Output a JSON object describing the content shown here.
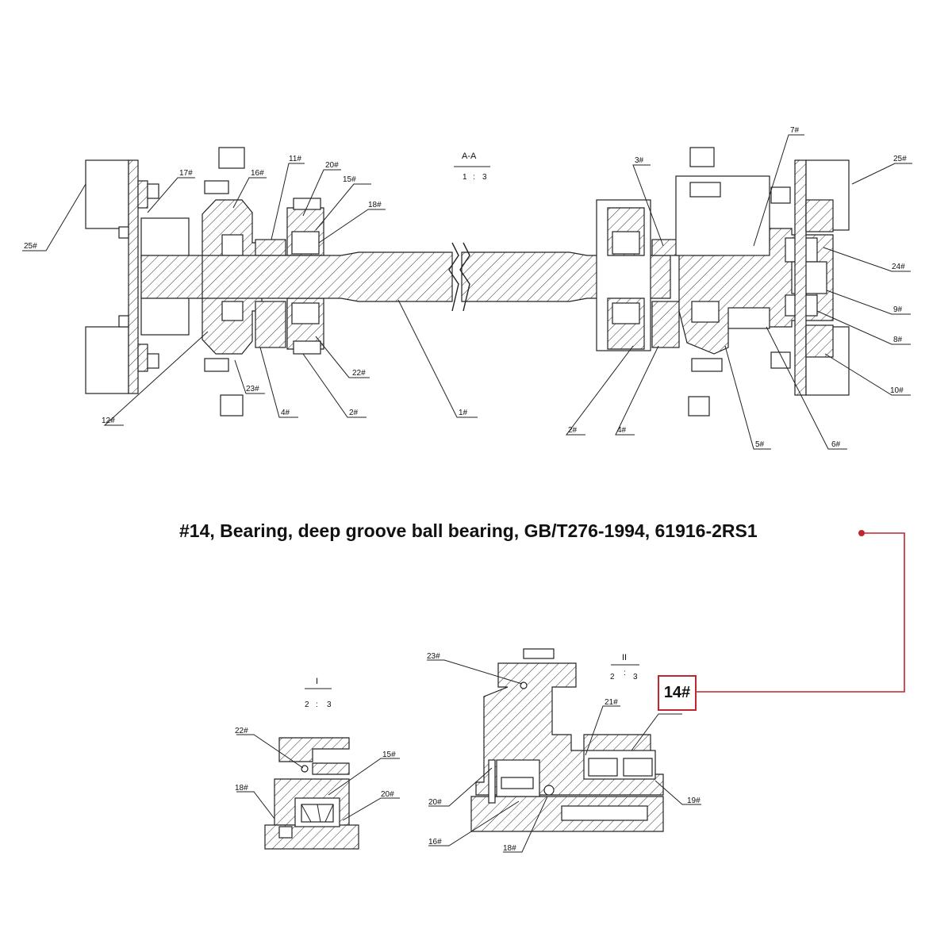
{
  "main_view": {
    "section_title": "A-A",
    "scale_left": "1",
    "scale_sep": ":",
    "scale_right": "3",
    "labels": [
      "25#",
      "17#",
      "16#",
      "11#",
      "20#",
      "15#",
      "18#",
      "3#",
      "7#",
      "25#",
      "24#",
      "9#",
      "8#",
      "10#",
      "22#",
      "23#",
      "12#",
      "4#",
      "2#",
      "1#",
      "2#",
      "4#",
      "5#",
      "6#"
    ]
  },
  "detail_i": {
    "title": "I",
    "scale_left": "2",
    "scale_sep": ":",
    "scale_right": "3",
    "labels": [
      "22#",
      "15#",
      "18#",
      "20#"
    ]
  },
  "detail_ii": {
    "title": "II",
    "scale_left": "2",
    "scale_sep": ":",
    "scale_right": "3",
    "labels": [
      "23#",
      "21#",
      "20#",
      "19#",
      "16#",
      "18#"
    ]
  },
  "callout": {
    "text": "#14, Bearing, deep groove ball bearing, GB/T276-1994, 61916-2RS1",
    "part_tag": "14#",
    "color": "#c0262d"
  }
}
